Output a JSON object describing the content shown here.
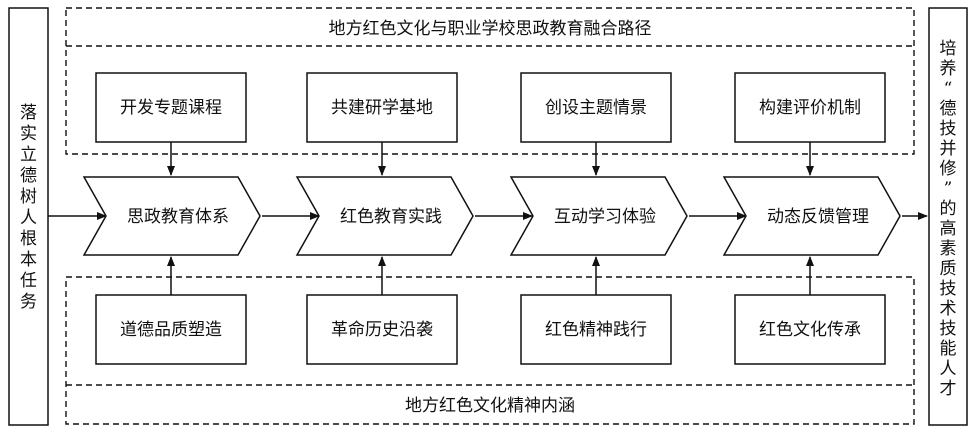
{
  "top_title": "地方红色文化与职业学校思政教育融合路径",
  "bottom_title": "地方红色文化精神内涵",
  "left_label": "落实立德树人根本任务",
  "right_label": "培养“德技并修”的高素质技术技能人才",
  "top_boxes": [
    "开发专题课程",
    "共建研学基地",
    "创设主题情景",
    "构建评价机制"
  ],
  "chevrons": [
    "思政教育体系",
    "红色教育实践",
    "互动学习体验",
    "动态反馈管理"
  ],
  "bottom_boxes": [
    "道德品质塑造",
    "革命历史沿袭",
    "红色精神践行",
    "红色文化传承"
  ]
}
